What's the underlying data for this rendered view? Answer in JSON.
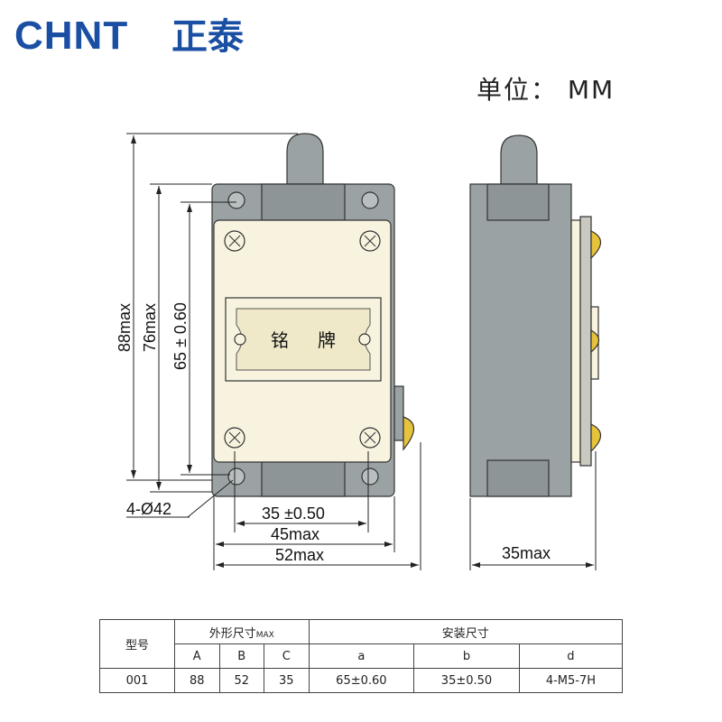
{
  "brand": {
    "latin": "CHNT",
    "chinese": "正泰",
    "color": "#1b4fa3"
  },
  "unit_label": "单位：  MM",
  "drawing": {
    "nameplate_label_1": "铭",
    "nameplate_label_2": "牌",
    "dims": {
      "overall_height": "88max",
      "body_height": "76max",
      "hole_spacing_v": "65 ± 0.60",
      "hole_spacing_h": "35 ±0.50",
      "inner_width": "45max",
      "overall_width": "52max",
      "depth": "35max",
      "holes": "4-Ø42"
    },
    "colors": {
      "body": "#9aa2a3",
      "face": "#f7f3df",
      "roller": "#e6c33a",
      "line": "#333333"
    }
  },
  "table": {
    "model_header": "型号",
    "outer_header": "外形尺寸",
    "outer_header_sub": "MAX",
    "install_header": "安装尺寸",
    "cols": [
      "A",
      "B",
      "C",
      "a",
      "b",
      "d"
    ],
    "row": {
      "model": "001",
      "values": [
        "88",
        "52",
        "35",
        "65±0.60",
        "35±0.50",
        "4-M5-7H"
      ]
    }
  }
}
